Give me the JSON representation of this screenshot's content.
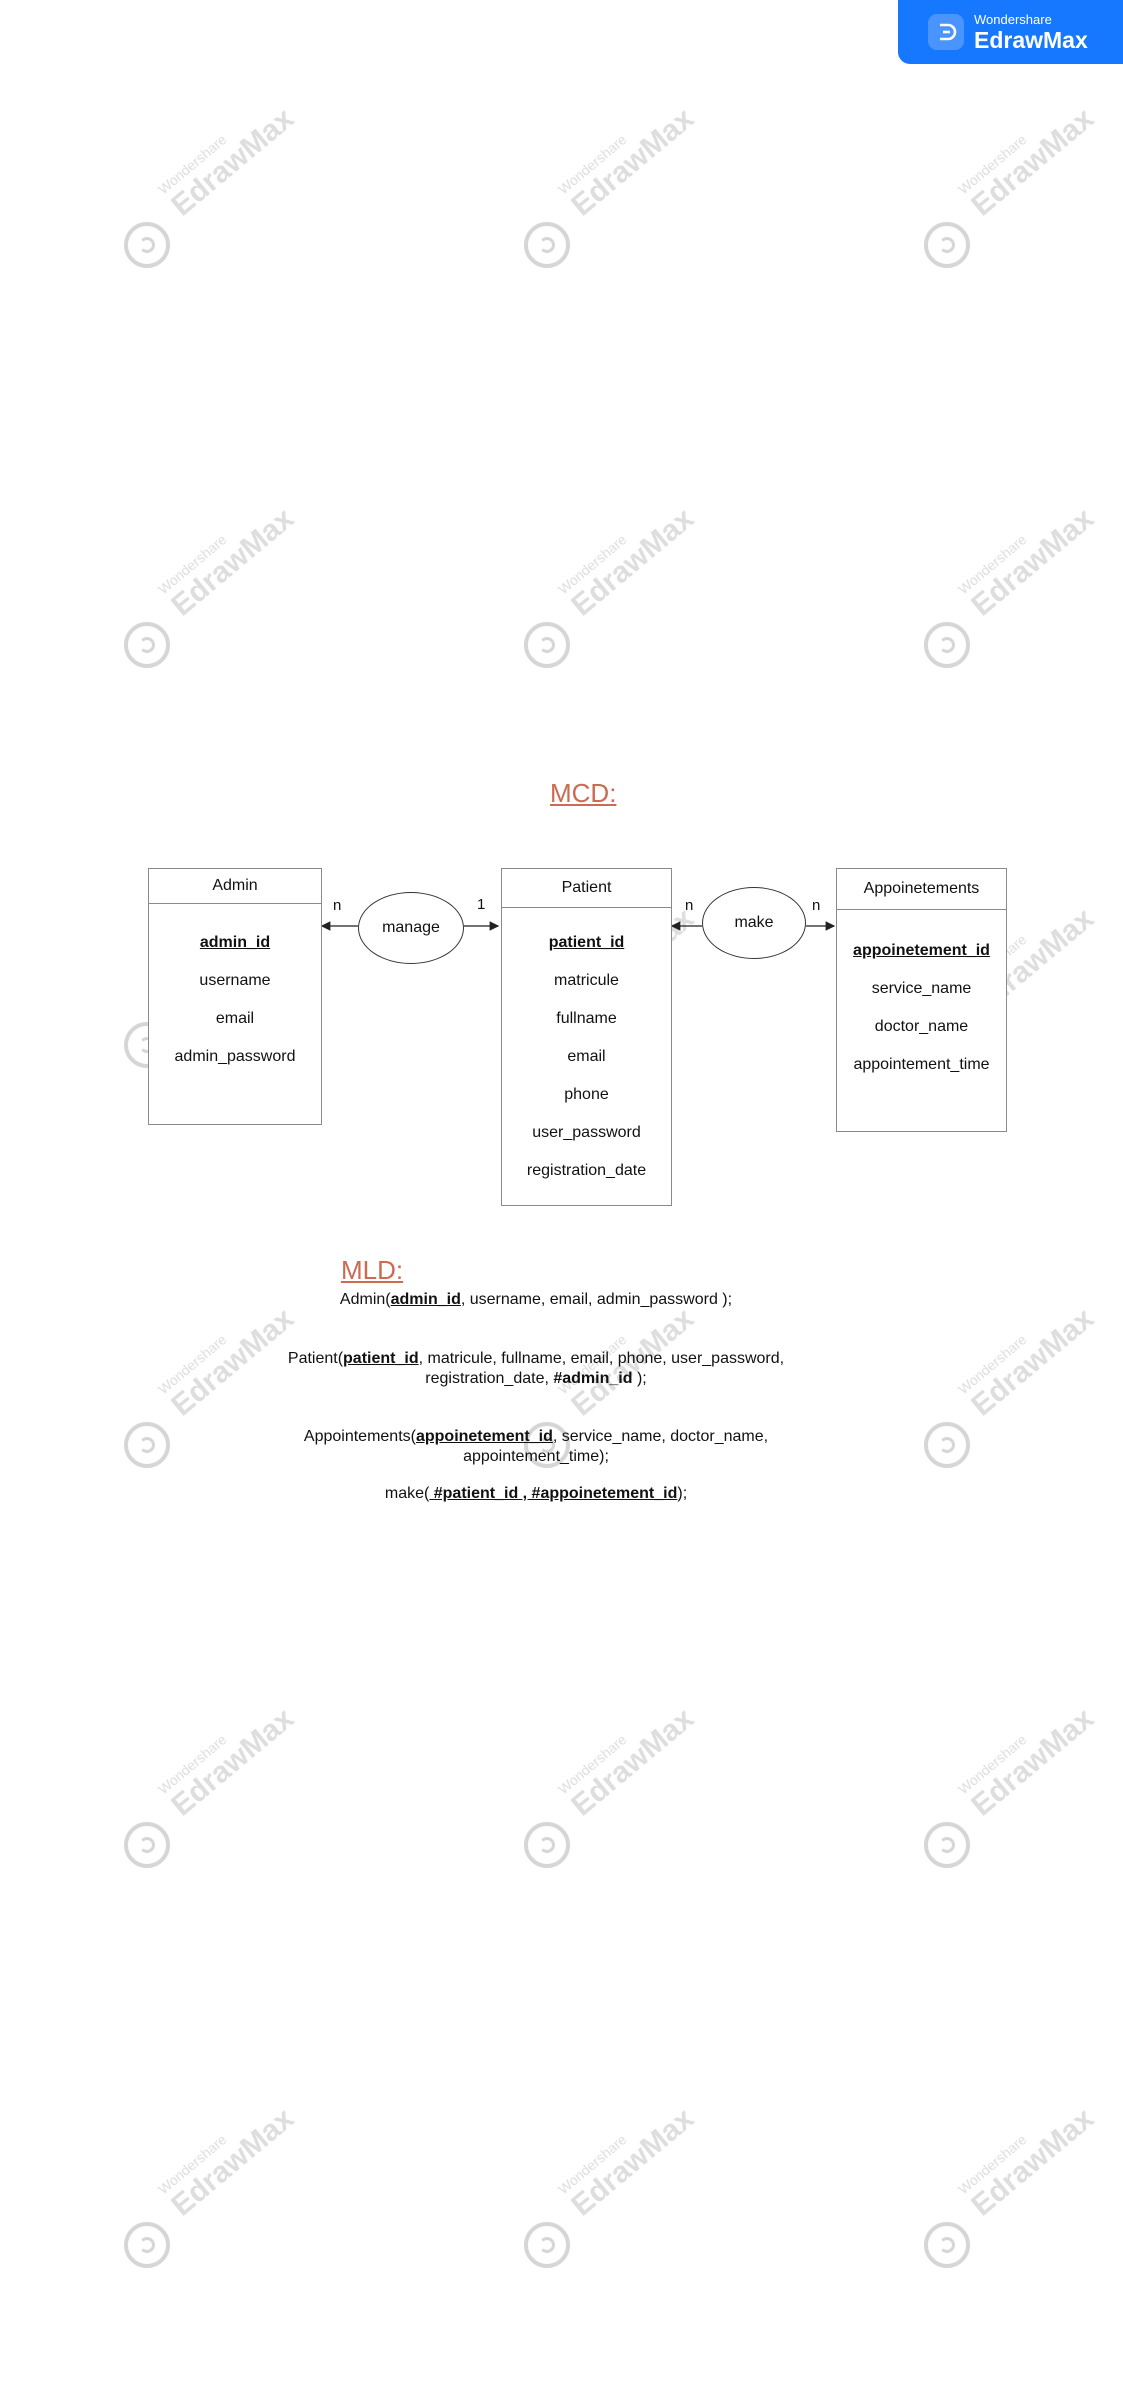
{
  "brand": {
    "small": "Wondershare",
    "big": "EdrawMax"
  },
  "watermark": {
    "small": "Wondershare",
    "big": "EdrawMax"
  },
  "mcd_title": "MCD: ",
  "mld_title": "MLD:",
  "entities": {
    "admin": {
      "title": "Admin",
      "key": "admin_id",
      "attrs": [
        "username",
        "email",
        "admin_password"
      ]
    },
    "patient": {
      "title": "Patient",
      "key": "patient_id ",
      "attrs": [
        "matricule",
        "fullname",
        "email",
        "phone",
        "user_password",
        "registration_date"
      ]
    },
    "appointments": {
      "title": "Appoinetements",
      "key": "appoinetement_id",
      "attrs": [
        "service_name",
        "doctor_name",
        "appointement_time"
      ]
    }
  },
  "relations": {
    "manage": {
      "label": "manage",
      "left_card": "n",
      "right_card": "1"
    },
    "make": {
      "label": "make",
      "left_card": "n",
      "right_card": "n"
    }
  },
  "mld": {
    "admin": {
      "prefix": "Admin(",
      "key": "admin_id",
      "rest": ", username, email, admin_password );"
    },
    "patient": {
      "prefix": "Patient(",
      "key": "patient_id",
      "rest1": ", matricule, fullname, email, phone, user_password,",
      "rest2a": "registration_date, ",
      "fk": "#admin_id",
      "rest2b": " );"
    },
    "appointments": {
      "prefix": "Appointements(",
      "key": "appoinetement_id",
      "rest1": ", service_name, doctor_name,",
      "rest2": "appointement_time);"
    },
    "make": {
      "prefix": "make(",
      "keys": " #patient_id , #appoinetement_id",
      "rest": ");"
    }
  },
  "colors": {
    "accent": "#cc6a52",
    "brand": "#1677ff"
  }
}
